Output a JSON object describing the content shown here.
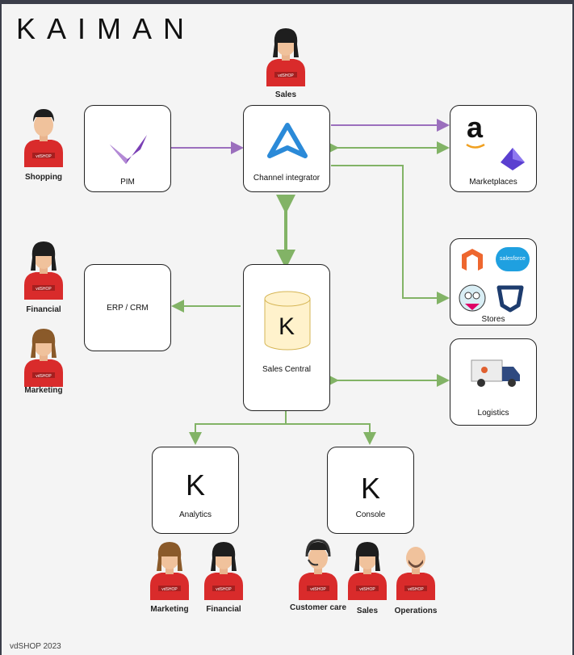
{
  "brand": "KAIMAN",
  "footer": "vdSHOP 2023",
  "boxes": {
    "pim": "PIM",
    "channel": "Channel integrator",
    "marketplaces": "Marketplaces",
    "stores": "Stores",
    "erp": "ERP / CRM",
    "salescentral": "Sales Central",
    "logistics": "Logistics",
    "analytics": "Analytics",
    "console": "Console"
  },
  "logos": {
    "amazon": "a",
    "salesforce": "salesforce",
    "kaiman_k": "K"
  },
  "people": {
    "sales_top": "Sales",
    "shopping": "Shopping",
    "financial_left": "Financial",
    "marketing_left": "Marketing",
    "marketing_bottom": "Marketing",
    "financial_bottom": "Financial",
    "customer_care": "Customer care",
    "sales_bottom": "Sales",
    "operations": "Operations"
  },
  "shirt_text": "vdSHOP",
  "colors": {
    "purple": "#9b6fbd",
    "green": "#82b366",
    "shirt": "#d92b2b"
  }
}
